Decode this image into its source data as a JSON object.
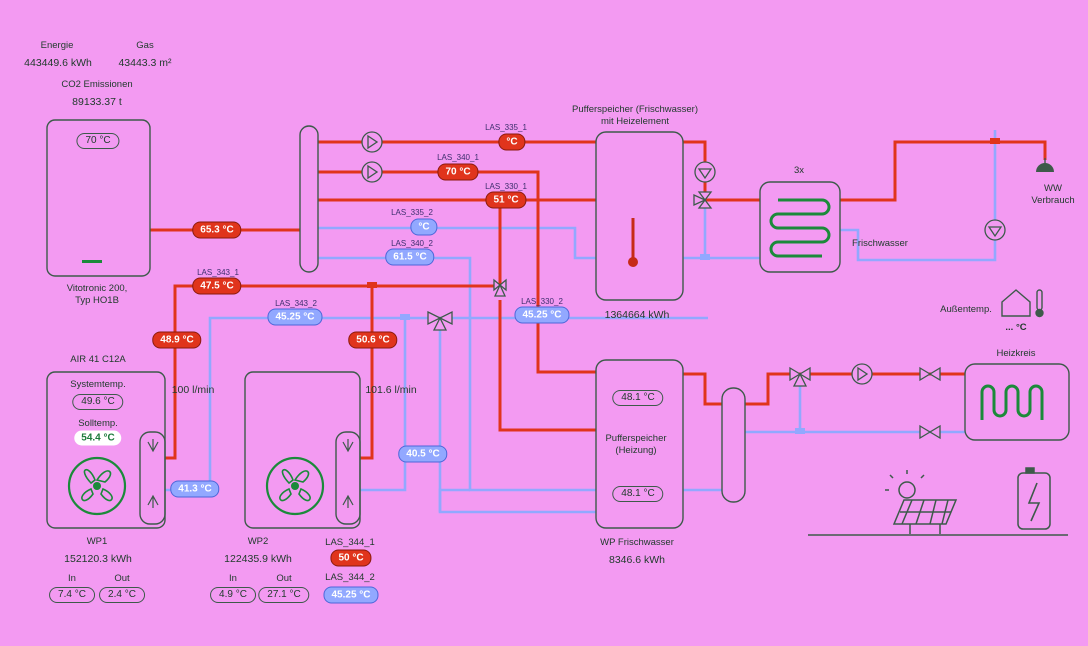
{
  "stats": {
    "energie_label": "Energie",
    "energie_value": "443449.6 kWh",
    "gas_label": "Gas",
    "gas_value": "43443.3 m²",
    "co2_label": "CO2 Emissionen",
    "co2_value": "89133.37 t"
  },
  "boiler": {
    "temp": "70 °C",
    "name_line1": "Vitotronic 200,",
    "name_line2": "Typ HO1B"
  },
  "buffer_fresh": {
    "title_line1": "Pufferspeicher (Frischwasser)",
    "title_line2": "mit Heizelement",
    "energy": "1364664 kWh"
  },
  "buffer_heat": {
    "temp_top": "48.1 °C",
    "label_line1": "Pufferspeicher",
    "label_line2": "(Heizung)",
    "temp_bottom": "48.1 °C",
    "subtitle": "WP Frischwasser",
    "energy": "8346.6 kWh"
  },
  "exchanger": {
    "count": "3x",
    "label": "Frischwasser"
  },
  "ww": {
    "line1": "WW",
    "line2": "Verbrauch"
  },
  "outdoor": {
    "label": "Außentemp.",
    "value": "... °C"
  },
  "heizkreis": {
    "label": "Heizkreis"
  },
  "sensors": {
    "las335_1": {
      "label": "LAS_335_1",
      "value": "°C"
    },
    "las340_1": {
      "label": "LAS_340_1",
      "value": "70 °C"
    },
    "las330_1": {
      "label": "LAS_330_1",
      "value": "51 °C"
    },
    "las335_2": {
      "label": "LAS_335_2",
      "value": "°C"
    },
    "las340_2": {
      "label": "LAS_340_2",
      "value": "61.5 °C"
    },
    "las343_1": {
      "label": "LAS_343_1",
      "value": "47.5 °C"
    },
    "las343_2": {
      "label": "LAS_343_2",
      "value": "45.25 °C"
    },
    "las330_2": {
      "label": "LAS_330_2",
      "value": "45.25 °C"
    },
    "las344_1": {
      "label": "LAS_344_1",
      "value": "50 °C"
    },
    "las344_2": {
      "label": "LAS_344_2",
      "value": "45.25 °C"
    }
  },
  "pipes": {
    "boiler_out": "65.3 °C",
    "wp1_flow": "48.9 °C",
    "wp2_flow": "50.6 °C",
    "wp1_return": "41.3 °C",
    "wp2_return": "40.5 °C",
    "wp1_rate": "100 l/min",
    "wp2_rate": "101.6 l/min"
  },
  "wp1": {
    "model": "AIR 41 C12A",
    "sys_label": "Systemtemp.",
    "sys_value": "49.6 °C",
    "soll_label": "Solltemp.",
    "soll_value": "54.4 °C",
    "name": "WP1",
    "energy": "152120.3 kWh",
    "in_label": "In",
    "out_label": "Out",
    "in_value": "7.4 °C",
    "out_value": "2.4 °C"
  },
  "wp2": {
    "name": "WP2",
    "energy": "122435.9 kWh",
    "in_label": "In",
    "out_label": "Out",
    "in_value": "4.9 °C",
    "out_value": "27.1 °C"
  },
  "colors": {
    "background": "#f39af2",
    "hot": "#e0341c",
    "cold": "#92a8ff",
    "outline": "#3d5a4a",
    "accent_green": "#1b8a3a"
  }
}
